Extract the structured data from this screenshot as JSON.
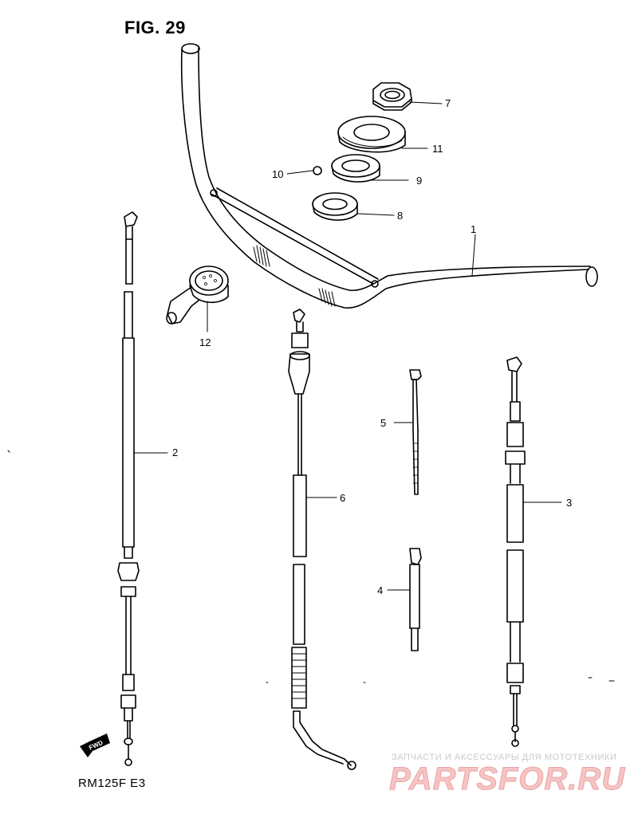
{
  "figure": {
    "title": "FIG. 29",
    "model": "RM125F  E3",
    "direction_tag": "FWD"
  },
  "callouts": [
    {
      "id": "1",
      "label": "1"
    },
    {
      "id": "2",
      "label": "2"
    },
    {
      "id": "3",
      "label": "3"
    },
    {
      "id": "4",
      "label": "4"
    },
    {
      "id": "5",
      "label": "5"
    },
    {
      "id": "6",
      "label": "6"
    },
    {
      "id": "7",
      "label": "7"
    },
    {
      "id": "8",
      "label": "8"
    },
    {
      "id": "9",
      "label": "9"
    },
    {
      "id": "10",
      "label": "10"
    },
    {
      "id": "11",
      "label": "11"
    },
    {
      "id": "12",
      "label": "12"
    }
  ],
  "watermark": {
    "tagline": "ЗАПЧАСТИ И АКСЕССУАРЫ ДЛЯ МОТОТЕХНИКИ",
    "brand": "PARTSFOR.RU"
  }
}
